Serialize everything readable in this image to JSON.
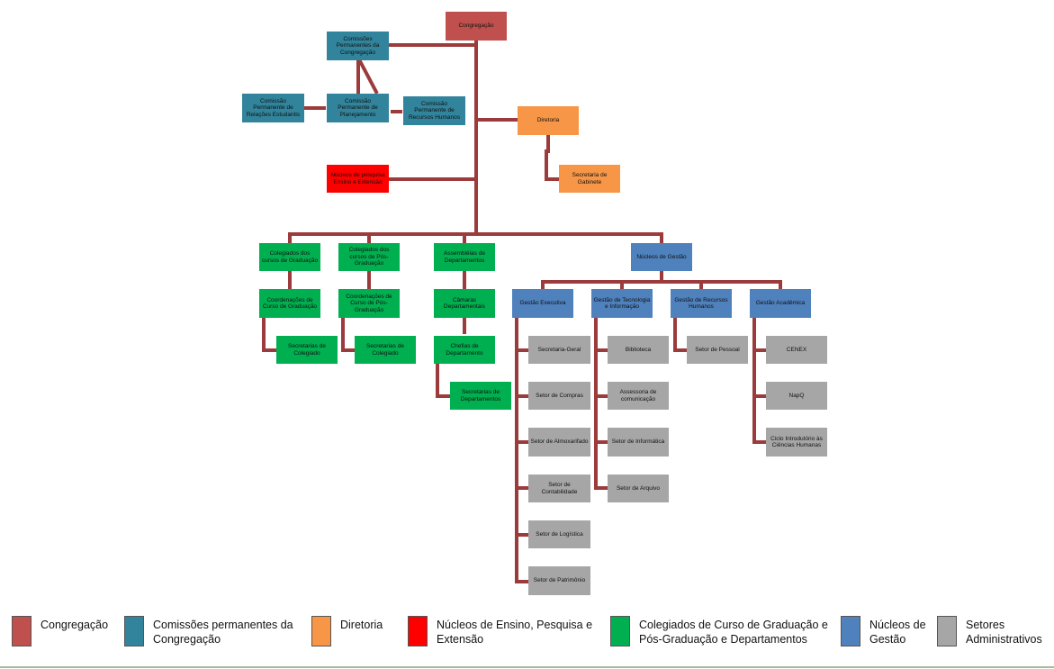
{
  "colors": {
    "congregacao": "#c0504d",
    "comissoes": "#31849b",
    "diretoria": "#f79646",
    "nucleos_ensino": "#ff0000",
    "colegiados": "#00b050",
    "nucleos_gestao": "#4f81bd",
    "setores": "#a6a6a6",
    "connector": "#9b3b3b"
  },
  "nodes": {
    "congregacao": "Congregação",
    "comissoes_permanentes": "Comissões Permanentes da Congregação",
    "comissao_relacoes": "Comissão Permanente de Relações Estudantis",
    "comissao_planejamento": "Comissão Permanente de Planejamento",
    "comissao_rh": "Comissão Permanente de Recursos Humanos",
    "diretoria": "Diretoria",
    "secretaria_gabinete": "Secretaria de Gabinete",
    "nucleos_pesquisa": "Núcleos de pesquisa Ensino e Extensão",
    "colegiados_graduacao": "Colegiados dos cursos de Graduação",
    "colegiados_pos": "Colegiados dos cursos de Pós-Graduação",
    "assembleias": "Assembléias de Departamentos",
    "nucleos_gestao": "Núcleos de Gestão",
    "coord_graduacao": "Coordenações de Curso de Graduação",
    "coord_pos": "Coordenações de Curso de Pós-Graduação",
    "camaras": "Câmaras Departamentais",
    "secretarias_colegiado_1": "Secretarias de Colegiado",
    "secretarias_colegiado_2": "Secretarias de Colegiado",
    "chefias": "Chefias de Departamento",
    "secretarias_departamentos": "Secretarias de Departamentos",
    "gestao_executiva": "Gestão Executiva",
    "gestao_ti": "Gestão de Tecnologia e Informação",
    "gestao_rh": "Gestão de Recursos Humanos",
    "gestao_academica": "Gestão Acadêmica",
    "secretaria_geral": "Secretaria-Geral",
    "setor_compras": "Setor de Compras",
    "setor_almoxarifado": "Setor de Almoxarifado",
    "setor_contabilidade": "Setor de Contabilidade",
    "setor_logistica": "Setor de Logística",
    "setor_patrimonio": "Setor de Patrimônio",
    "biblioteca": "Biblioteca",
    "assessoria": "Assessoria de comunicação",
    "setor_informatica": "Setor de Informática",
    "setor_arquivo": "Setor de Arquivo",
    "setor_pessoal": "Setor de Pessoal",
    "cenex": "CENEX",
    "napq": "NapQ",
    "ciclo": "Ciclo Introdutório às Ciências Humanas"
  },
  "legend": [
    {
      "label": "Congregação",
      "color": "#c0504d"
    },
    {
      "label": "Comissões permanentes da Congregação",
      "color": "#31849b"
    },
    {
      "label": "Diretoria",
      "color": "#f79646"
    },
    {
      "label": "Núcleos de Ensino, Pesquisa e Extensão",
      "color": "#ff0000"
    },
    {
      "label": "Colegiados de Curso de Graduação e Pós-Graduação e Departamentos",
      "color": "#00b050"
    },
    {
      "label": "Núcleos de Gestão",
      "color": "#4f81bd"
    },
    {
      "label": "Setores Administrativos",
      "color": "#a6a6a6"
    }
  ]
}
